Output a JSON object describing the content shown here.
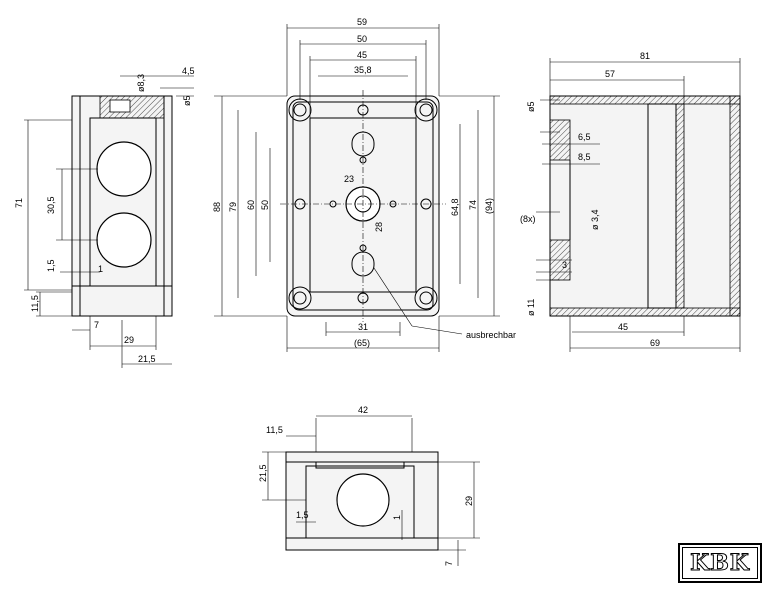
{
  "views": {
    "side_left": {
      "dims": {
        "hole_dia": "ø8,3",
        "wall": "4,5",
        "dia5": "ø5",
        "height": "71",
        "hole_spacing": "30,5",
        "offset_1_5": "1,5",
        "offset_1": "1",
        "base": "11,5",
        "bottom_7": "7",
        "width_29": "29",
        "width_21_5": "21,5"
      }
    },
    "front": {
      "dims": {
        "w59": "59",
        "w50": "50",
        "w45": "45",
        "w35_8": "35,8",
        "h88": "88",
        "h79": "79",
        "h60": "60",
        "h50": "50",
        "d23": "23",
        "d28": "28",
        "h64_8": "64,8",
        "h74": "74",
        "h94": "(94)",
        "w31": "31",
        "w65": "(65)"
      },
      "callout": "ausbrechbar"
    },
    "side_right": {
      "dims": {
        "w81": "81",
        "w57": "57",
        "dia5": "ø5",
        "d6_5": "6,5",
        "d8_5": "8,5",
        "count": "(8x)",
        "dia3_4": "ø 3,4",
        "d3": "3",
        "dia11": "ø 11",
        "w45": "45",
        "w69": "69"
      }
    },
    "bottom": {
      "dims": {
        "w42": "42",
        "d11_5": "11,5",
        "h21_5": "21,5",
        "h29": "29",
        "d1_5": "1,5",
        "d1": "1",
        "d7": "7"
      }
    }
  },
  "logo": {
    "text": "KBK",
    "icon": "kbk-logo"
  }
}
